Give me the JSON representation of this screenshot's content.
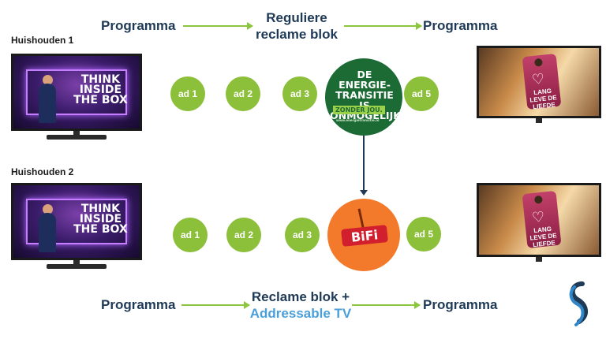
{
  "top_flow": {
    "left": "Programma",
    "middle_line1": "Reguliere",
    "middle_line2": "reclame blok",
    "right": "Programma"
  },
  "bottom_flow": {
    "left": "Programma",
    "middle_line1": "Reclame blok +",
    "middle_line2": "Addressable TV",
    "right": "Programma"
  },
  "household_1": {
    "label": "Huishouden 1",
    "ads": [
      "ad 1",
      "ad 2",
      "ad 3",
      "ad 5"
    ]
  },
  "household_2": {
    "label": "Huishouden 2",
    "ads": [
      "ad 1",
      "ad 2",
      "ad 3",
      "ad 5"
    ]
  },
  "tv_show": {
    "title_line1": "THINK",
    "title_line2": "INSIDE",
    "title_line3": "THE BOX"
  },
  "movie_tag": {
    "text_line1": "LANG LEVE DE",
    "text_line2": "LIEFDE"
  },
  "energy_ad": {
    "text": "DE ENERGIE-TRANSITIE IS ONMOGELIJK",
    "badge": "ZONDER JOU.",
    "small": "www.energietransitie.nl"
  },
  "bifi_ad": {
    "logo": "BiFi"
  },
  "colors": {
    "accent_green": "#8cbf3a",
    "navy": "#1f3a56",
    "blue": "#4a9fd9",
    "orange": "#f47a2b"
  }
}
